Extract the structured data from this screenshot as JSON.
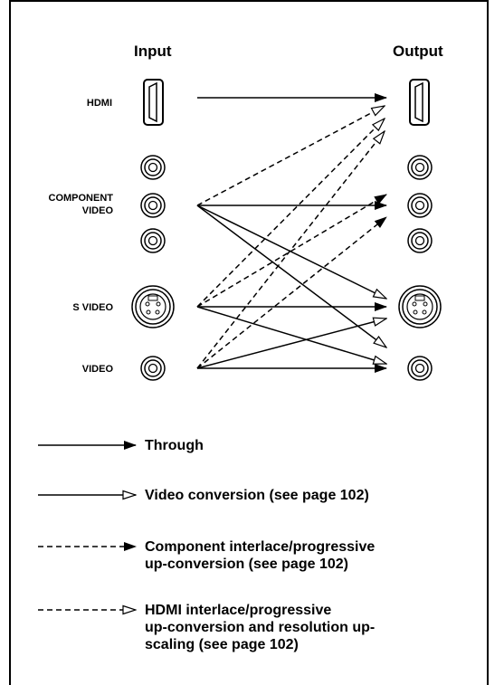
{
  "headers": {
    "input": "Input",
    "output": "Output"
  },
  "rows": {
    "hdmi": "HDMI",
    "component_line1": "COMPONENT",
    "component_line2": "VIDEO",
    "svideo": "S VIDEO",
    "video": "VIDEO"
  },
  "legend": {
    "through": "Through",
    "video_conversion": "Video conversion (see page 102)",
    "component_line1": "Component interlace/progressive",
    "component_line2": "up-conversion (see page 102)",
    "hdmi_line1": "HDMI interlace/progressive",
    "hdmi_line2": "up-conversion and resolution up-",
    "hdmi_line3": "scaling (see page 102)"
  }
}
